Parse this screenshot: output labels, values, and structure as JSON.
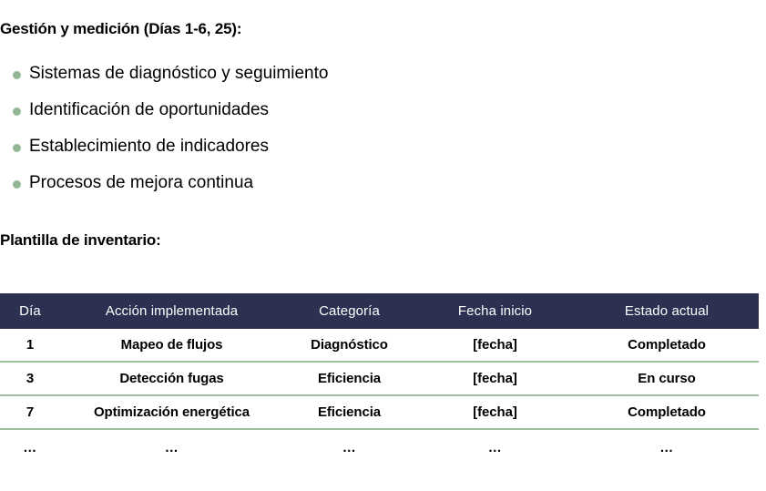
{
  "headings": {
    "main": "Gestión y medición (Días 1-6, 25):",
    "table": "Plantilla de inventario:"
  },
  "bullets": [
    {
      "text": "Sistemas de diagnóstico y seguimiento"
    },
    {
      "text": "Identificación de oportunidades"
    },
    {
      "text": "Establecimiento de indicadores"
    },
    {
      "text": "Procesos de mejora continua"
    }
  ],
  "table": {
    "columns": [
      "Día",
      "Acción implementada",
      "Categoría",
      "Fecha inicio",
      "Estado actual"
    ],
    "rows": [
      {
        "dia": "1",
        "accion": "Mapeo de flujos",
        "categoria": "Diagnóstico",
        "fecha": "[fecha]",
        "estado": "Completado"
      },
      {
        "dia": "3",
        "accion": "Detección fugas",
        "categoria": "Eficiencia",
        "fecha": "[fecha]",
        "estado": "En curso"
      },
      {
        "dia": "7",
        "accion": "Optimización energética",
        "categoria": "Eficiencia",
        "fecha": "[fecha]",
        "estado": "Completado"
      },
      {
        "dia": "…",
        "accion": "…",
        "categoria": "…",
        "fecha": "…",
        "estado": "…"
      }
    ]
  },
  "colors": {
    "header_background": "#2c3152",
    "header_text": "#ffffff",
    "bullet_marker": "#94b895",
    "row_separator": "#9dbd9c",
    "body_text": "#000000",
    "page_background": "#ffffff"
  }
}
